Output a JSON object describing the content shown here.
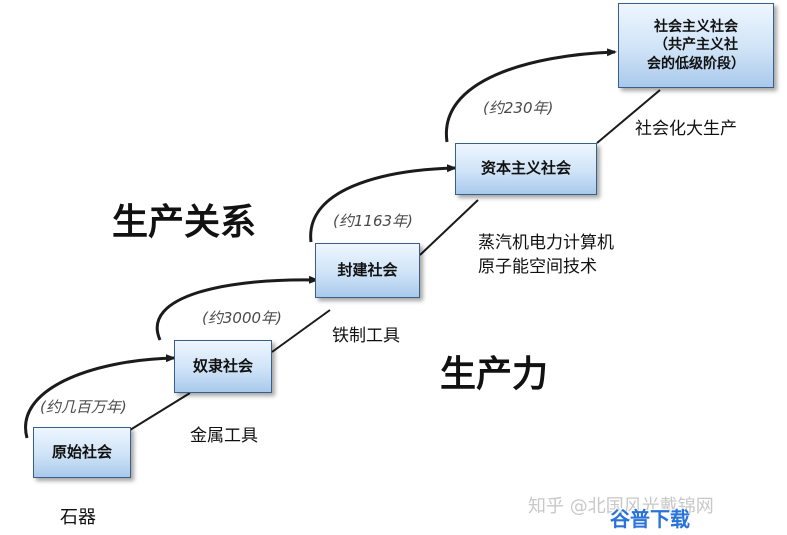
{
  "boxes": {
    "primitive": "原始社会",
    "slavery": "奴隶社会",
    "feudal": "封建社会",
    "capitalist": "资本主义社会",
    "socialist_lines": [
      "社会主义社会",
      "（共产主义社",
      "会的低级阶段）"
    ]
  },
  "durations": {
    "primitive": "(约几百万年)",
    "slavery": "(约3000年)",
    "feudal": "(约1163年)",
    "capitalist": "(约230年)"
  },
  "tools": {
    "stone": "石器",
    "metal": "金属工具",
    "iron": "铁制工具",
    "steam_lines": [
      "蒸汽机电力计算机",
      "原子能空间技术"
    ],
    "socialized": "社会化大生产"
  },
  "headings": {
    "relations": "生产关系",
    "forces": "生产力"
  },
  "watermark": {
    "text": "知乎 @北国风光戴锦网",
    "logo": "谷普下载"
  },
  "colors": {
    "box_border": "#3a5f86",
    "box_fill_top": "#eef6ff",
    "box_fill_bottom": "#a9c9ec",
    "line": "#1b1b1b",
    "watermark_logo": "#2a73d9"
  }
}
